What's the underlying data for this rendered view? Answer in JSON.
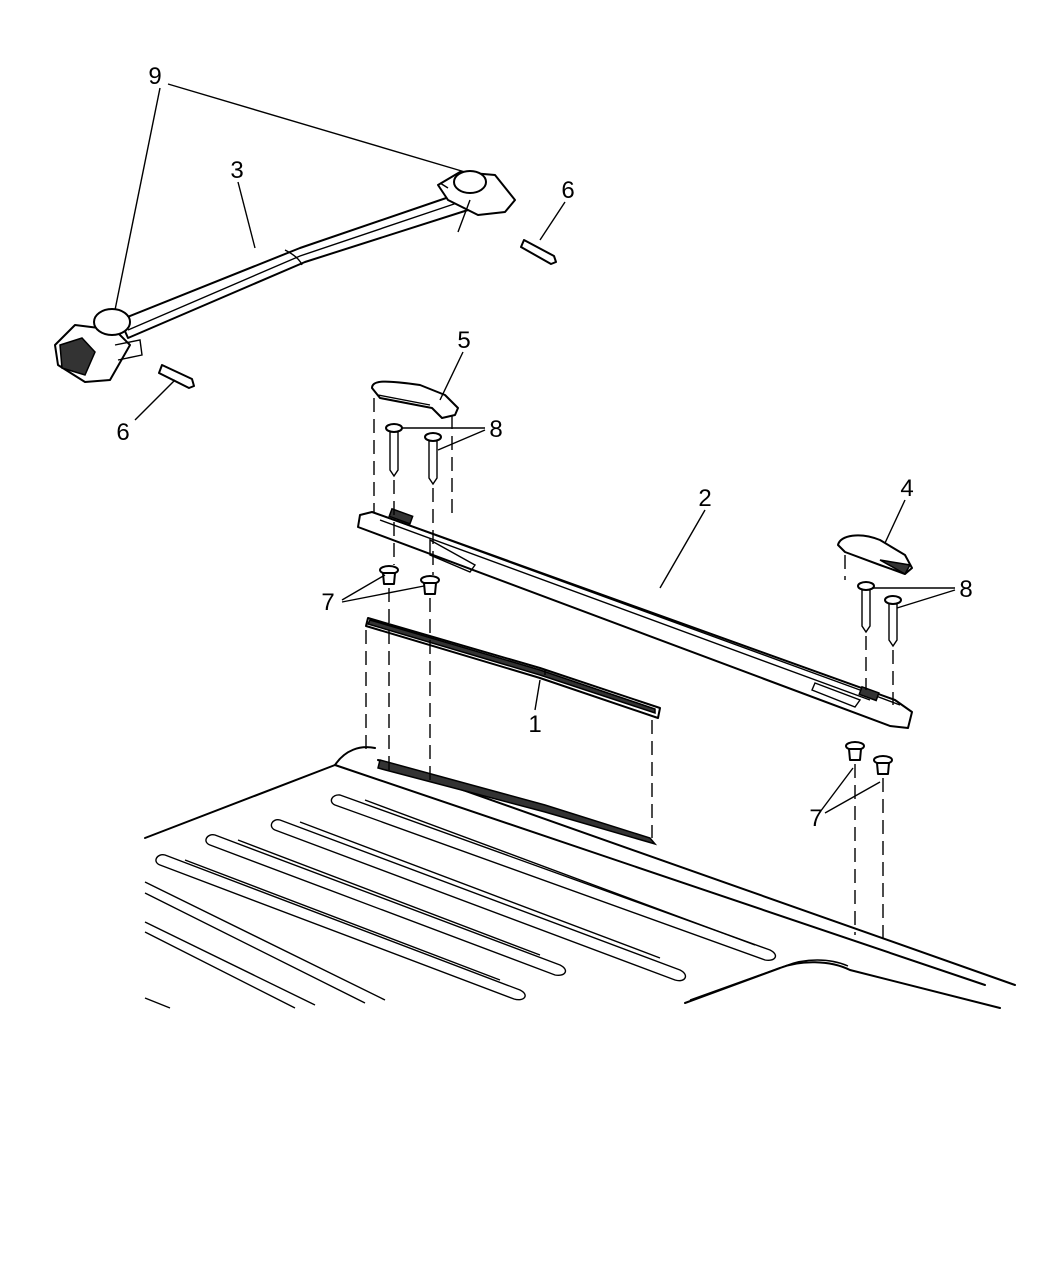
{
  "diagram": {
    "callouts": [
      "9",
      "3",
      "6",
      "6",
      "5",
      "8",
      "2",
      "4",
      "8",
      "7",
      "7",
      "1"
    ]
  }
}
